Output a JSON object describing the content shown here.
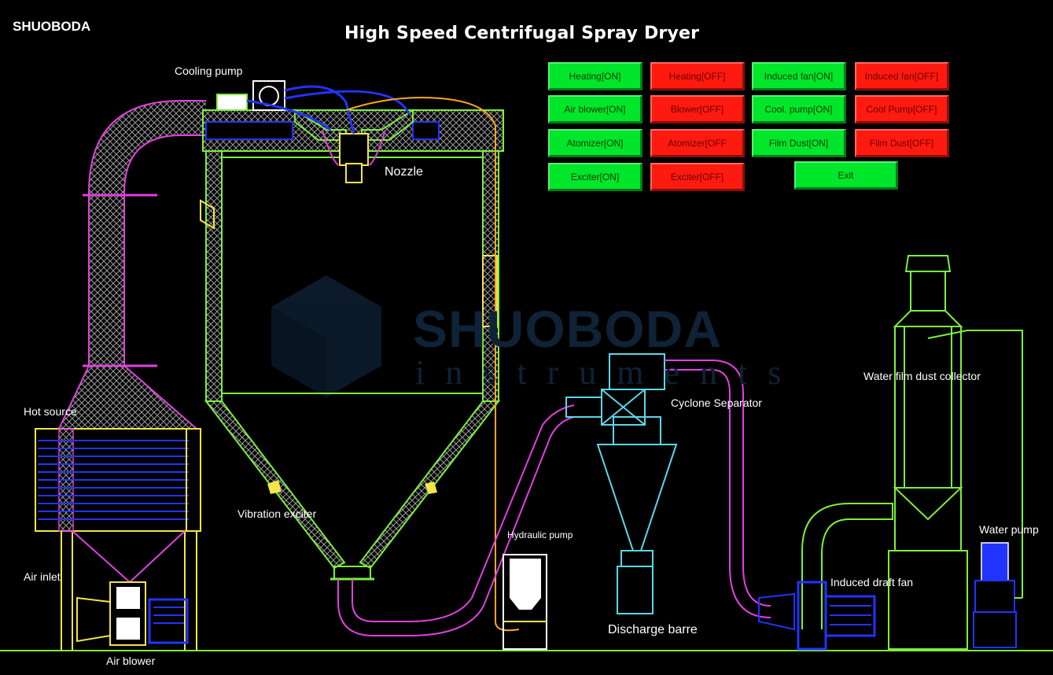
{
  "brand": "SHUOBODA",
  "title": "High Speed Centrifugal Spray Dryer",
  "watermark": {
    "name": "SHUOBODA",
    "sub": "instruments"
  },
  "labels": {
    "cooling_pump": "Cooling pump",
    "nozzle": "Nozzle",
    "hot_source": "Hot source",
    "air_inlet": "Air inlet",
    "air_blower": "Air blower",
    "vibration_exciter": "Vibration exciter",
    "hydraulic_pump": "Hydraulic pump",
    "cyclone_separator": "Cyclone Separator",
    "discharge_barrel": "Discharge barre",
    "water_film_dust_collector": "Water film dust collector",
    "water_pump": "Water pump",
    "induced_draft_fan": "Induced draft fan"
  },
  "buttons": {
    "heating_on": "Heating[ON]",
    "heating_off": "Heating[OFF]",
    "induced_fan_on": "Induced fan[ON]",
    "induced_fan_off": "Induced fan[OFF]",
    "air_blower_on": "Air blower[ON]",
    "blower_off": "Blower[OFF]",
    "cool_pump_on": "Cool. pump[ON]",
    "cool_pump_off": "Cool Pump[OFF]",
    "atomizer_on": "Atomizer[ON]",
    "atomizer_off": "Atomizer[OFF",
    "film_dust_on": "Film Dust[ON]",
    "film_dust_off": "Film Dust[OFF]",
    "exciter_on": "Exciter[ON]",
    "exciter_off": "Exciter[OFF]",
    "exit": "Exit"
  },
  "colors": {
    "on": "#00e62a",
    "off": "#ff1a10",
    "structure": "#7cf03a",
    "duct": "#e040e0",
    "frame": "#f5e44a",
    "pipe": "#2233ff"
  }
}
